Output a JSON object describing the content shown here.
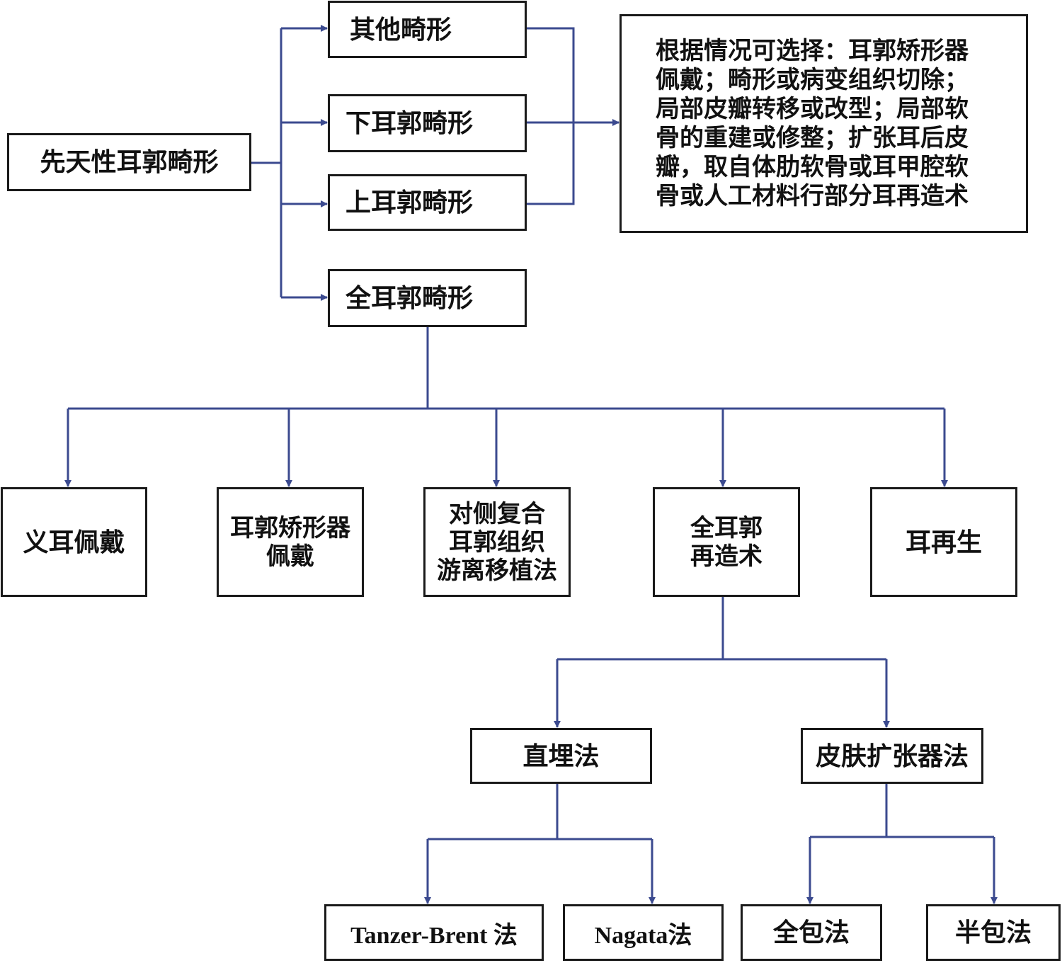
{
  "diagram": {
    "line_color": "#3b4a8f",
    "root": "先天性耳郭畸形",
    "types": {
      "other": "其他畸形",
      "lower": "下耳郭畸形",
      "upper": "上耳郭畸形",
      "total": "全耳郭畸形"
    },
    "partial_treatment": "根据情况可选择：耳郭矫形器\n佩戴；畸形或病变组织切除；\n局部皮瓣转移或改型；局部软\n骨的重建或修整；扩张耳后皮\n瓣，取自体肋软骨或耳甲腔软\n骨或人工材料行部分耳再造术",
    "total_options": {
      "prosthesis": "义耳佩戴",
      "orthosis": "耳郭矫形器\n佩戴",
      "composite_graft": "对侧复合\n耳郭组织\n游离移植法",
      "reconstruction": "全耳郭\n再造术",
      "regeneration": "耳再生"
    },
    "reconstruction_methods": {
      "direct_burial": "直埋法",
      "skin_expander": "皮肤扩张器法"
    },
    "techniques": {
      "tanzer_brent": "Tanzer-Brent 法",
      "nagata": "Nagata法",
      "full_wrap": "全包法",
      "half_wrap": "半包法"
    }
  }
}
